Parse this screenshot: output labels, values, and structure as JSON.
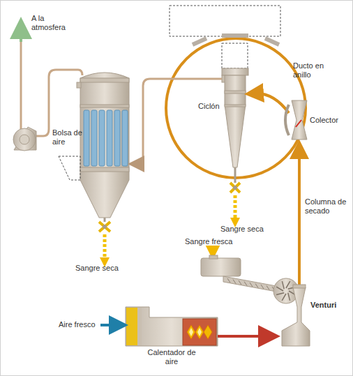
{
  "diagram": {
    "nodes": [
      {
        "text": [
          "Bolsa de aire"
        ]
      },
      {
        "text": [
          "Ciclón"
        ]
      },
      {
        "text": [
          "Calentador de aire"
        ]
      },
      {
        "text": [
          "Venturi"
        ]
      }
    ],
    "edges": [
      {
        "from": 1,
        "to": 0,
        "arrow": "to"
      },
      {
        "from": 2,
        "to": 3,
        "arrow": "to"
      }
    ],
    "labels": [
      "A la atmosfera",
      "Sangre seca",
      "Ducto en anillo",
      "Colector",
      "Sangre seca",
      "Columna de secado",
      "Sangre fresca",
      "Aire fresco"
    ]
  }
}
